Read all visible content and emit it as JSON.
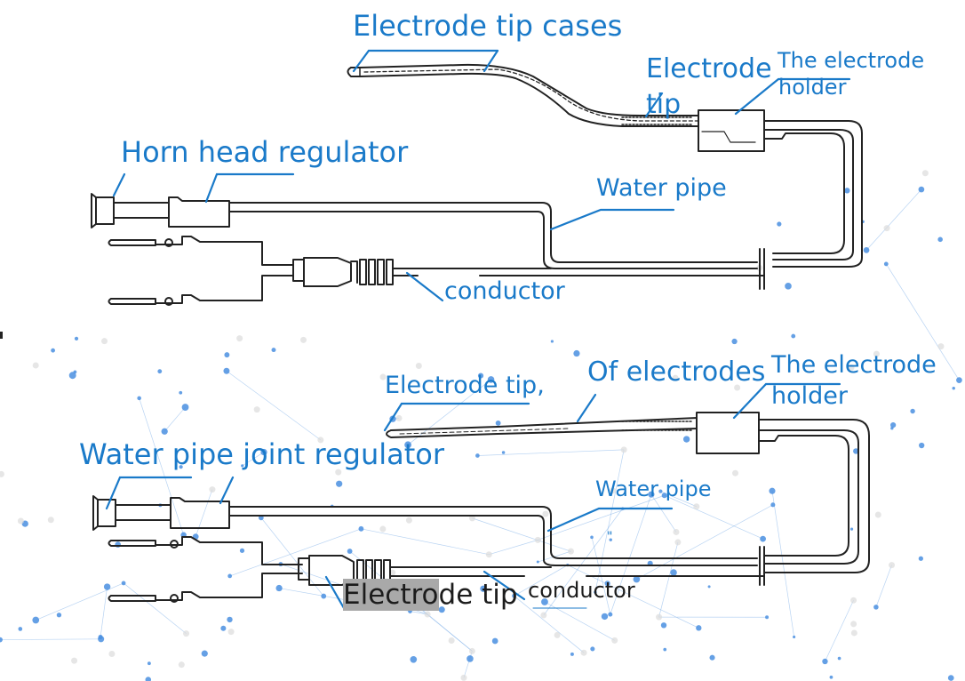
{
  "diagram": {
    "title": "Bipolar electrocoagulation forceps cable diagram",
    "colors": {
      "label_blue": "#1a7ac9",
      "leader_blue": "#1a7ac9",
      "drawing": "#222222",
      "network_blue": "#4a8fe0",
      "dark_label": "#1c1c1c",
      "highlight": "#a9a9a9"
    },
    "top_assembly": {
      "labels": {
        "electrode_tip_cases": "Electrode tip cases",
        "electrode_tip_1": "Electrode",
        "electrode_tip_2": "tip",
        "electrode_holder_1": "The electrode",
        "electrode_holder_2": "holder",
        "horn_head_regulator": "Horn head regulator",
        "water_pipe": "Water pipe",
        "conductor": "conductor"
      }
    },
    "bottom_assembly": {
      "labels": {
        "electrode_tip": "Electrode tip,",
        "of_electrodes": "Of electrodes",
        "electrode_holder_1": "The electrode",
        "electrode_holder_2": "holder",
        "water_pipe_joint_regulator": "Water pipe joint regulator",
        "water_pipe": "Water pipe",
        "electrode_tip_dark_a": "Electro",
        "electrode_tip_dark_b": "de tip",
        "conductor": "conductor",
        "stray_mark": "\""
      }
    }
  }
}
